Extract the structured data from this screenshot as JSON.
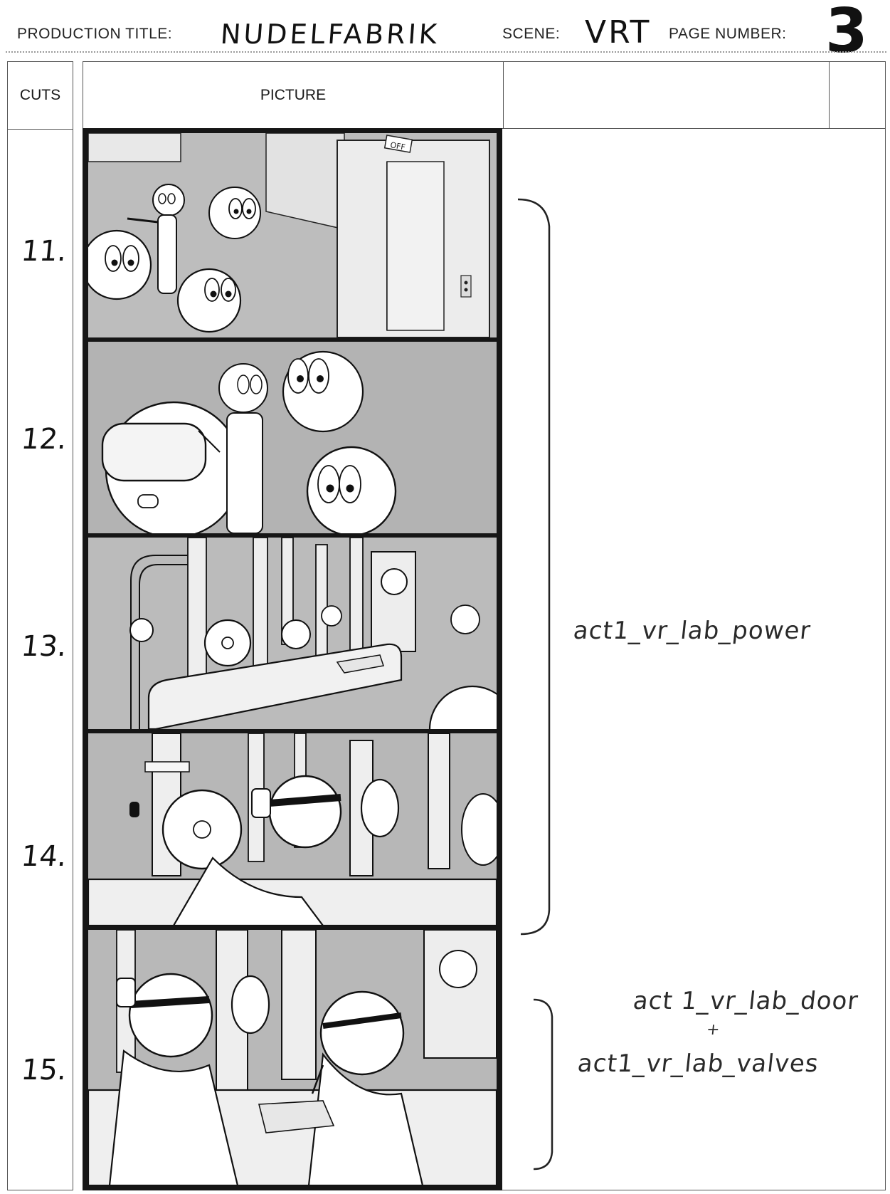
{
  "header": {
    "production_title_label": "PRODUCTION TITLE:",
    "production_title_value": "NUDELFABRIK",
    "scene_label": "SCENE:",
    "scene_value": "VRT",
    "page_number_label": "PAGE NUMBER:",
    "page_number_value": "3"
  },
  "columns": {
    "cuts": "CUTS",
    "picture": "PICTURE"
  },
  "cuts": [
    {
      "number": "11."
    },
    {
      "number": "12."
    },
    {
      "number": "13."
    },
    {
      "number": "14."
    },
    {
      "number": "15."
    }
  ],
  "notes": {
    "power": "act1_vr_lab_power",
    "door": "act 1_vr_lab_door",
    "plus": "+",
    "valves": "act1_vr_lab_valves"
  }
}
